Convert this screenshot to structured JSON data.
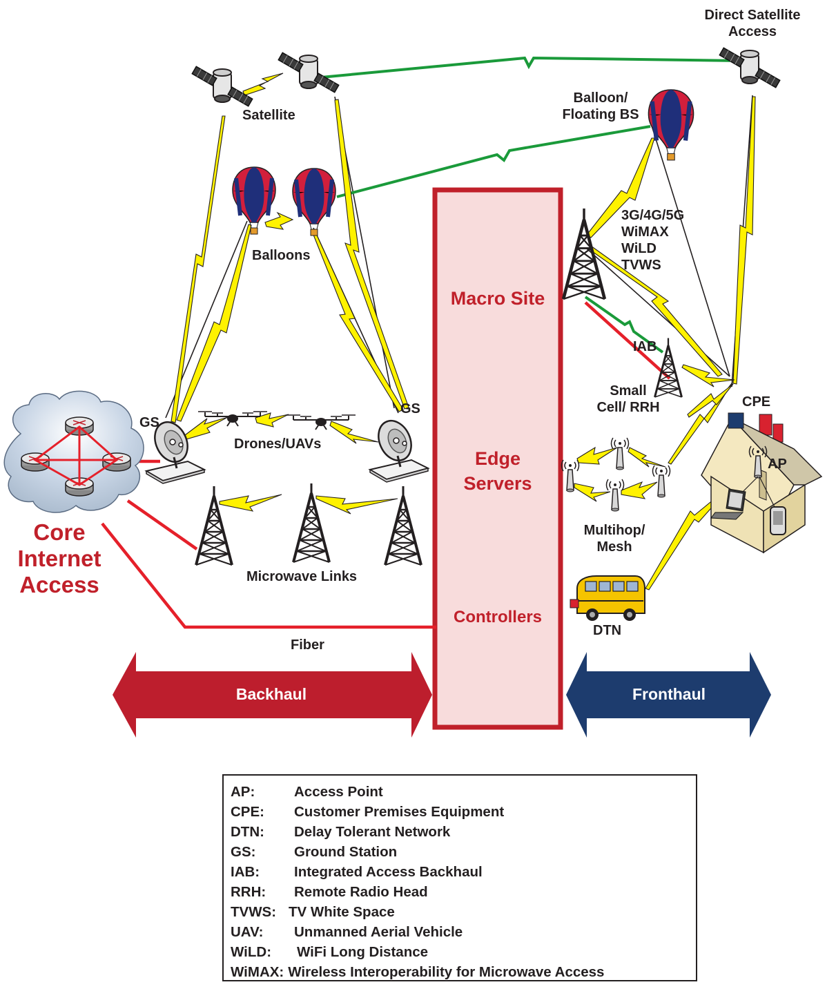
{
  "labels": {
    "direct_satellite": "Direct Satellite\nAccess",
    "satellite": "Satellite",
    "balloon_bs": "Balloon/\nFloating BS",
    "balloons": "Balloons",
    "tech_list": "3G/4G/5G\nWiMAX\nWiLD\nTVWS",
    "macro_site": "Macro Site",
    "edge_servers": "Edge\nServers",
    "controllers": "Controllers",
    "iab": "IAB",
    "small_cell": "Small\nCell/ RRH",
    "gs_left": "GS",
    "gs_right": "GS",
    "drones": "Drones/UAVs",
    "cpe": "CPE",
    "ap": "AP",
    "core": "Core\nInternet\nAccess",
    "microwave": "Microwave Links",
    "multihop": "Multihop/\nMesh",
    "dtn": "DTN",
    "fiber": "Fiber",
    "backhaul": "Backhaul",
    "fronthaul": "Fronthaul"
  },
  "legend": [
    {
      "key": "AP:",
      "value": "Access Point"
    },
    {
      "key": "CPE:",
      "value": "Customer Premises Equipment"
    },
    {
      "key": "DTN:",
      "value": "Delay Tolerant Network"
    },
    {
      "key": "GS:",
      "value": "Ground Station"
    },
    {
      "key": "IAB:",
      "value": "Integrated Access Backhaul"
    },
    {
      "key": "RRH:",
      "value": "Remote Radio Head"
    },
    {
      "key": "TVWS:",
      "value": "TV White Space"
    },
    {
      "key": "UAV:",
      "value": "Unmanned Aerial Vehicle"
    },
    {
      "key": "WiLD:",
      "value": "WiFi Long Distance"
    },
    {
      "key": "WiMAX:",
      "value": "Wireless Interoperability for Microwave Access"
    }
  ],
  "colors": {
    "backhaul": "#bd1e2d",
    "fronthaul": "#1d3c6e",
    "center_fill": "#f8dcdc",
    "center_border": "#c0202a",
    "wireless": "#fff200",
    "green_link": "#1a9a3a",
    "fiber_red": "#e5202a",
    "balloon_red": "#d21f3c",
    "balloon_blue": "#1f2f7a"
  },
  "icons": [
    "satellite-icon",
    "balloon-icon",
    "tower-icon",
    "dish-icon",
    "drone-icon",
    "router-icon",
    "house-icon",
    "bus-icon",
    "antenna-icon"
  ]
}
